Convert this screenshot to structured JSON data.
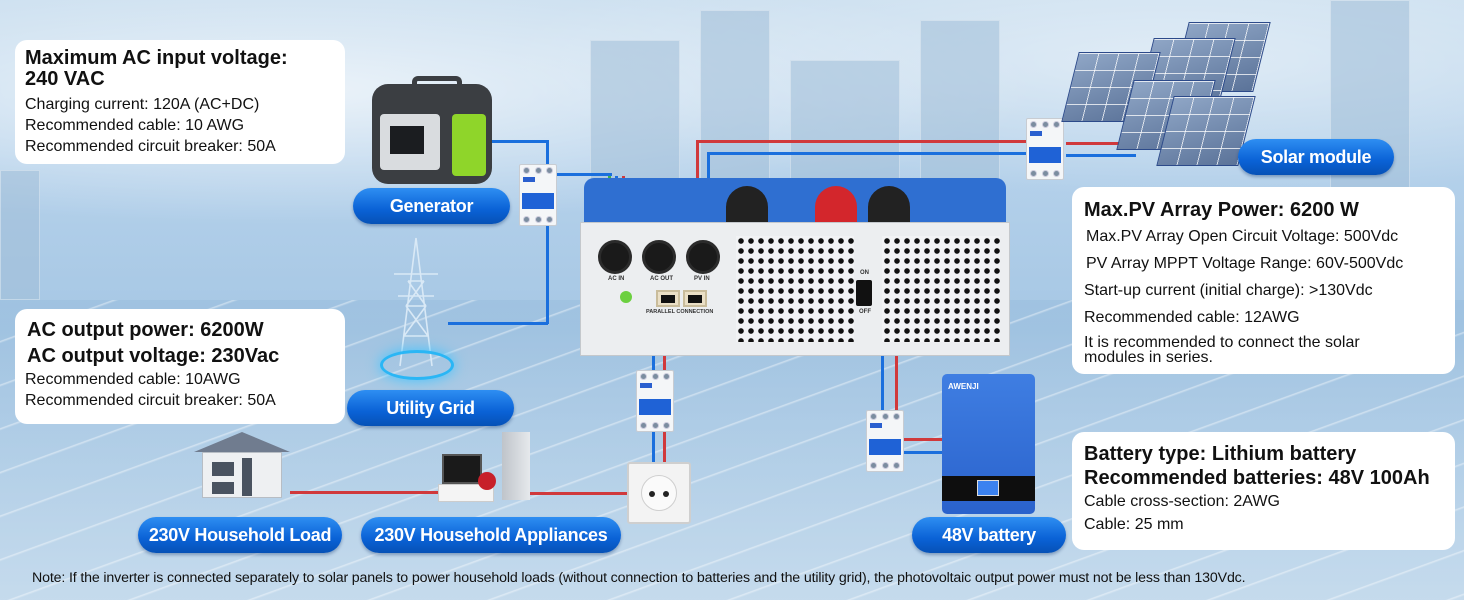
{
  "cards": {
    "ac_input": {
      "heading": "Maximum AC input voltage: 240 VAC",
      "heading_line1": "Maximum AC input voltage:",
      "heading_line2": "240 VAC",
      "lines": [
        "Charging current: 120A (AC+DC)",
        "Recommended cable: 10 AWG",
        "Recommended circuit breaker: 50A"
      ]
    },
    "ac_output": {
      "headings": [
        "AC output power: 6200W",
        "AC output voltage: 230Vac"
      ],
      "lines": [
        "Recommended cable: 10AWG",
        "Recommended circuit breaker: 50A"
      ]
    },
    "pv": {
      "heading": "Max.PV Array Power: 6200 W",
      "lines": [
        "Max.PV Array Open Circuit Voltage: 500Vdc",
        "PV Array MPPT Voltage Range: 60V-500Vdc",
        "Start-up current (initial charge): >130Vdc",
        "Recommended cable: 12AWG"
      ],
      "note_line1": "It is recommended to connect the solar",
      "note_line2": "modules in series."
    },
    "battery": {
      "headings": [
        "Battery type: Lithium battery",
        "Recommended batteries: 48V 100Ah"
      ],
      "lines": [
        "Cable cross-section: 2AWG",
        "Cable: 25 mm"
      ]
    }
  },
  "labels": {
    "generator": "Generator",
    "utility_grid": "Utility Grid",
    "solar_module": "Solar module",
    "household_load": "230V Household Load",
    "household_appliances": "230V Household Appliances",
    "battery": "48V battery"
  },
  "inverter": {
    "ports": [
      "AC IN",
      "AC OUT",
      "PV IN"
    ],
    "parallel_label": "PARALLEL CONNECTION",
    "switch_on": "ON",
    "switch_off": "OFF"
  },
  "battery_device": {
    "brand": "AWENJI"
  },
  "colors": {
    "live_wire": "#d0393c",
    "neutral_wire": "#1a6fdd",
    "ground_wire": "#3bb24a",
    "label_pill": "#0a62d6",
    "inverter_blue": "#2f6fd1"
  },
  "footnote": "Note: If the inverter is connected separately to solar panels to power household loads (without connection to batteries and the utility grid), the photovoltaic output power must not be less than 130Vdc."
}
